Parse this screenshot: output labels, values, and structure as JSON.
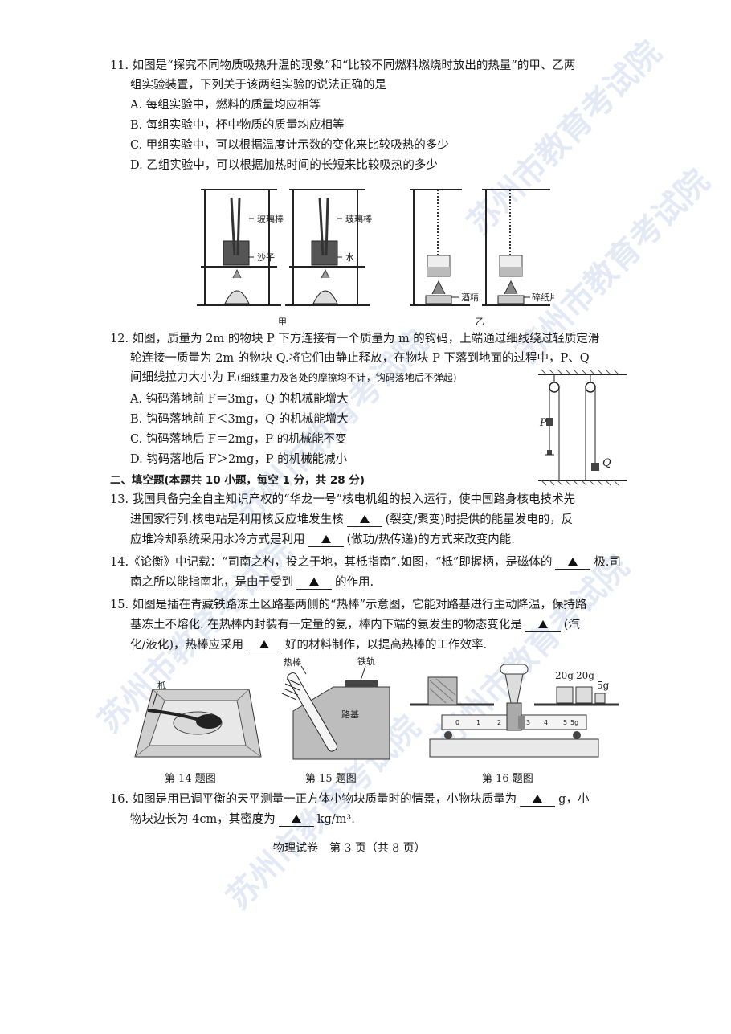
{
  "watermark": "苏州市教育考试院",
  "q11": {
    "line1": "11. 如图是“探究不同物质吸热升温的现象”和“比较不同燃料燃烧时放出的热量”的甲、乙两",
    "line2": "组实验装置，下列关于该两组实验的说法正确的是",
    "options": [
      "A. 每组实验中，燃料的质量均应相等",
      "B. 每组实验中，杯中物质的质量均应相等",
      "C. 甲组实验中，可以根据温度计示数的变化来比较吸热的多少",
      "D. 乙组实验中，可以根据加热时间的长短来比较吸热的多少"
    ],
    "fig_labels": {
      "rod1": "玻璃棒",
      "sand": "沙子",
      "rod2": "玻璃棒",
      "water": "水",
      "alcohol": "酒精",
      "paper": "碎纸片",
      "jia": "甲",
      "yi": "乙"
    }
  },
  "q12": {
    "line1": "12. 如图，质量为 2m 的物块 P 下方连接有一个质量为 m 的钩码，上端通过细线绕过轻质定滑",
    "line2": "轮连接一质量为 2m 的物块 Q.将它们由静止释放，在物块 P 下落到地面的过程中，P、Q",
    "line3": "间细线拉力大小为 F.",
    "note": "(细线重力及各处的摩擦均不计，钩码落地后不弹起)",
    "options": [
      "A. 钩码落地前 F＝3mg，Q 的机械能增大",
      "B. 钩码落地前 F＜3mg，Q 的机械能增大",
      "C. 钩码落地后 F＝2mg，P 的机械能不变",
      "D. 钩码落地后 F＞2mg，P 的机械能减小"
    ],
    "fig_labels": {
      "p": "P",
      "q": "Q"
    }
  },
  "section2": "二、填空题(本题共 10 小题，每空 1 分，共 28 分)",
  "q13": {
    "l1": "13. 我国具备完全自主知识产权的“华龙一号”核电机组的投入运行，使中国路身核电技术先",
    "l2a": "进国家行列.核电站是利用核反应堆发生核",
    "l2b": "(裂变/聚变)时提供的能量发电的，反",
    "l3a": "应堆冷却系统采用水冷方式是利用",
    "l3b": "(做功/热传递)的方式来改变内能."
  },
  "q14": {
    "l1a": "14.《论衡》中记载：“司南之杓，投之于地，其柢指南”.如图，“柢”即握柄，是磁体的",
    "l1b": "极.司",
    "l2a": "南之所以能指南北，是由于受到",
    "l2b": "的作用."
  },
  "q15": {
    "l1": "15. 如图是插在青藏铁路冻土区路基两侧的“热棒”示意图，它能对路基进行主动降温，保持路",
    "l2a": "基冻土不熔化. 在热棒内封装有一定量的氨，棒内下端的氨发生的物态变化是",
    "l2b": "(汽",
    "l3a": "化/液化)，热棒应采用",
    "l3b": "好的材料制作，以提高热棒的工作效率."
  },
  "figs": {
    "cap14": "第 14 题图",
    "cap15": "第 15 题图",
    "cap16": "第 16 题图",
    "di": "柢",
    "rebang": "热棒",
    "tiegui": "铁轨",
    "luji": "路基",
    "w1": "20g",
    "w2": "20g",
    "w3": "5g",
    "scale_ticks": [
      "0",
      "1",
      "2",
      "3",
      "4",
      "5",
      "5g"
    ]
  },
  "q16": {
    "l1a": "16. 如图是用已调平衡的天平测量一正方体小物块质量时的情景，小物块质量为",
    "l1b": "g，小",
    "l2a": "物块边长为 4cm，其密度为",
    "l2b": "kg/m³."
  },
  "blank_mark": "▲",
  "footer": "物理试卷　第 3 页（共 8 页）"
}
